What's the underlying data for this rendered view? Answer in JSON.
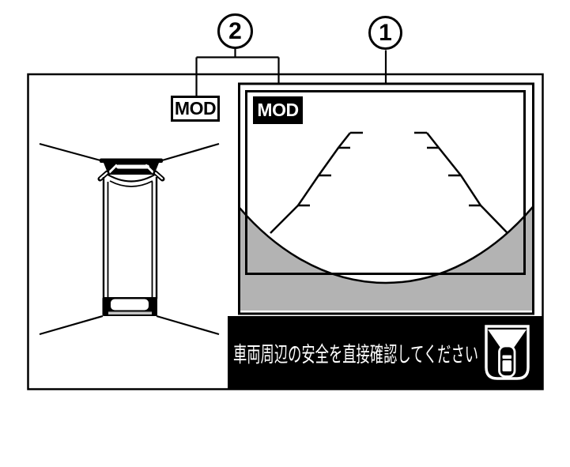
{
  "figure": {
    "title_role": "around-view-monitor-manual-figure",
    "callout_1": "1",
    "callout_2": "2",
    "mod_label_outline": "MOD",
    "mod_label_display": "MOD",
    "warning_text": "車両周辺の安全を直接確認してください",
    "colors": {
      "line": "#000000",
      "mask_gray": "#b3b3b3",
      "warning_bg": "#000000",
      "warning_fg": "#ffffff"
    }
  }
}
